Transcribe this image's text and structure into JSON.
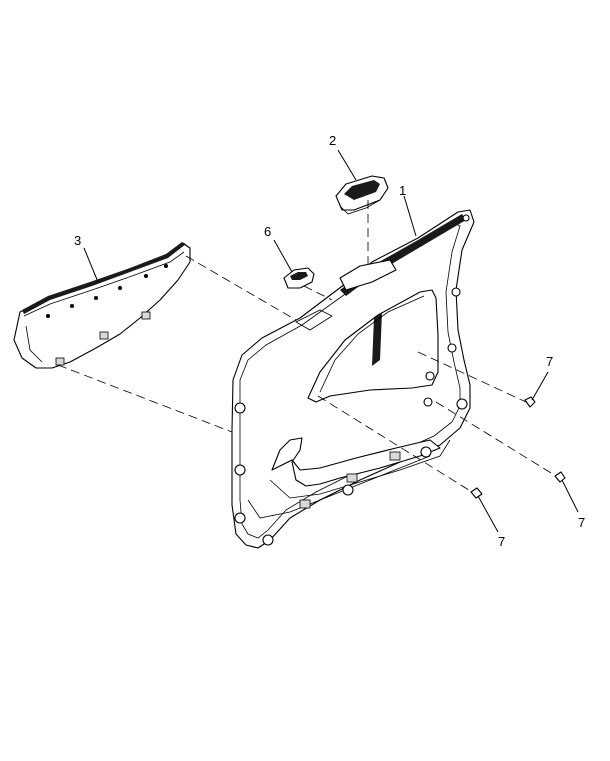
{
  "callouts": {
    "c1": "1",
    "c2": "2",
    "c3": "3",
    "c6": "6",
    "c7a": "7",
    "c7b": "7",
    "c7c": "7"
  },
  "parts": {
    "door_trim_panel": "door-trim-panel",
    "switch_bezel": "switch-bezel",
    "armrest_trim": "armrest-trim",
    "lock_switch": "lock-switch",
    "clip": "clip"
  }
}
